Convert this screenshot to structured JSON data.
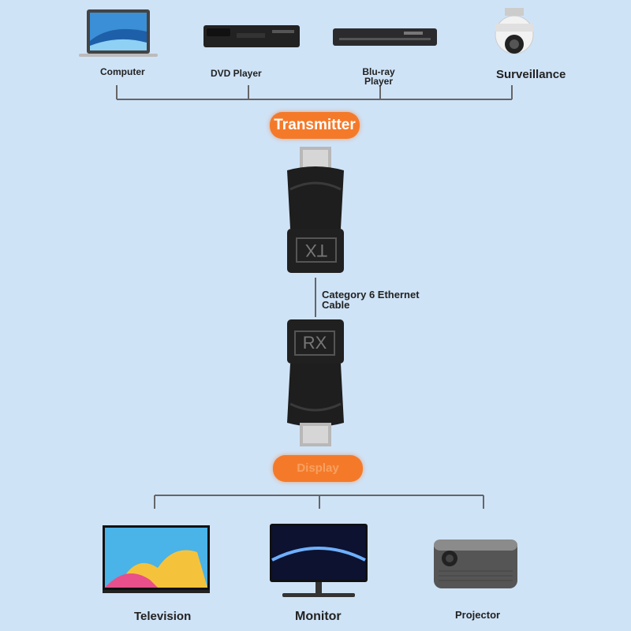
{
  "sources": [
    {
      "label": "Computer",
      "icon": "laptop-icon"
    },
    {
      "label": "DVD Player",
      "icon": "dvd-player-icon"
    },
    {
      "label": "Blu-ray Player",
      "icon": "bluray-player-icon"
    },
    {
      "label": "Surveillance",
      "icon": "security-camera-icon"
    }
  ],
  "transmitter": {
    "label": "Transmitter",
    "module_text": "TX"
  },
  "cable": {
    "label": "Category 6 Ethernet Cable"
  },
  "receiver": {
    "module_text": "RX"
  },
  "display": {
    "label": "Display"
  },
  "outputs": [
    {
      "label": "Television",
      "icon": "television-icon"
    },
    {
      "label": "Monitor",
      "icon": "monitor-icon"
    },
    {
      "label": "Projector",
      "icon": "projector-icon"
    }
  ],
  "colors": {
    "background": "#cfe3f7",
    "accent": "#f47a2a",
    "line": "#666666"
  }
}
